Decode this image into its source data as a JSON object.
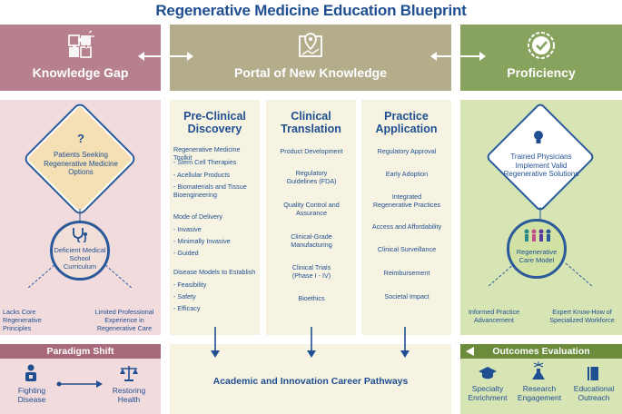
{
  "title": "Regenerative Medicine Education Blueprint",
  "headers": {
    "left": "Knowledge Gap",
    "middle": "Portal of New Knowledge",
    "right": "Proficiency"
  },
  "left_panel": {
    "diamond_mark": "?",
    "diamond_text": "Patients Seeking Regenerative Medicine Options",
    "circle_text": "Deficient Medical School Curriculum",
    "sub_left": "Lacks Core Regenerative Principles",
    "sub_right": "Limited Professional Experience in Regenerative Care"
  },
  "columns": [
    {
      "heading": "Pre-Clinical Discovery",
      "items": [
        "Regenerative Medicine Toolkit",
        "- Stem Cell Therapies",
        "- Acellular Products",
        "- Biomaterials and Tissue Bioengineering",
        "Mode of Delivery",
        "- Invasive",
        "- Minimally Invasive",
        "- Guided",
        "Disease Models to Establish",
        "- Feasibility",
        "- Safety",
        "- Efficacy"
      ]
    },
    {
      "heading": "Clinical Translation",
      "items": [
        "Product Development",
        "Regulatory Guidelines (FDA)",
        "Quality Control and Assurance",
        "Clinical-Grade Manufacturing",
        "Clinical Trials (Phase I - IV)",
        "Bioethics"
      ]
    },
    {
      "heading": "Practice Application",
      "items": [
        "Regulatory Approval",
        "Early Adoption",
        "Integrated Regenerative Practices",
        "Access and Affordability",
        "Clinical Surveillance",
        "Reimbursement",
        "Societal Impact"
      ]
    }
  ],
  "right_panel": {
    "diamond_text": "Trained Physicians Implement Valid Regenerative Solutions",
    "circle_text": "Regenerative Care Model",
    "sub_left": "Informed Practice Advancement",
    "sub_right": "Expert Know-How of Specialized Workforce"
  },
  "paradigm_shift": {
    "title": "Paradigm Shift",
    "from": "Fighting Disease",
    "to": "Restoring Health"
  },
  "career": "Academic and Innovation Career Pathways",
  "outcomes": {
    "title": "Outcomes Evaluation",
    "items": [
      "Specialty Enrichment",
      "Research Engagement",
      "Educational Outreach"
    ]
  },
  "colors": {
    "navy": "#1f4f91",
    "knowledge_gap": "#b7808f",
    "portal": "#b3ad8b",
    "proficiency": "#87a35d"
  }
}
